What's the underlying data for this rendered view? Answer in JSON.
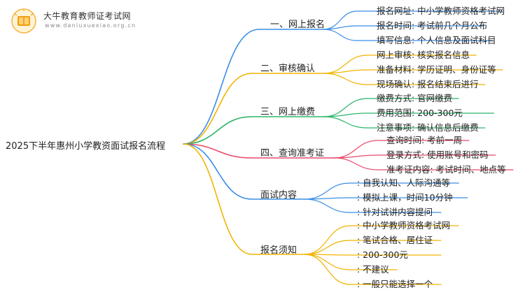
{
  "logo": {
    "title": "大牛教育教师证考试网",
    "subtitle": "www.daniuxuexiao.org.cn"
  },
  "root": "2025下半年惠州小学教资面试报名流程",
  "branches": [
    {
      "label": "一、网上报名",
      "color": "#3a8ee6",
      "leaves": [
        "报名网址: 中小学教师资格考试网",
        "报名时间: 考试前几个月公布",
        "填写信息: 个人信息及面试科目"
      ]
    },
    {
      "label": "二、审核确认",
      "color": "#f0b400",
      "leaves": [
        "网上审核: 核实报名信息",
        "准备材料: 学历证明、身份证等",
        "现场确认: 报名结束后进行"
      ]
    },
    {
      "label": "三、网上缴费",
      "color": "#2ab56a",
      "leaves": [
        "缴费方式: 官网缴费",
        "费用范围: 200-300元",
        "注意事项: 确认信息后缴费"
      ]
    },
    {
      "label": "四、查询准考证",
      "color": "#e84a6a",
      "leaves": [
        "查询时间: 考前一周",
        "登录方式: 使用账号和密码",
        "准考证内容: 考试时间、地点等"
      ]
    },
    {
      "label": "面试内容",
      "color": "#3a8ee6",
      "leaves": [
        ": 自我认知、人际沟通等",
        ": 模拟上课，时间10分钟",
        ": 针对试讲内容提问"
      ]
    },
    {
      "label": "报名须知",
      "color": "#f0b400",
      "leaves": [
        ": 中小学教师资格考试网",
        ": 笔试合格、居住证",
        ": 200-300元",
        ": 不建议",
        ": 一般只能选择一个"
      ]
    }
  ]
}
